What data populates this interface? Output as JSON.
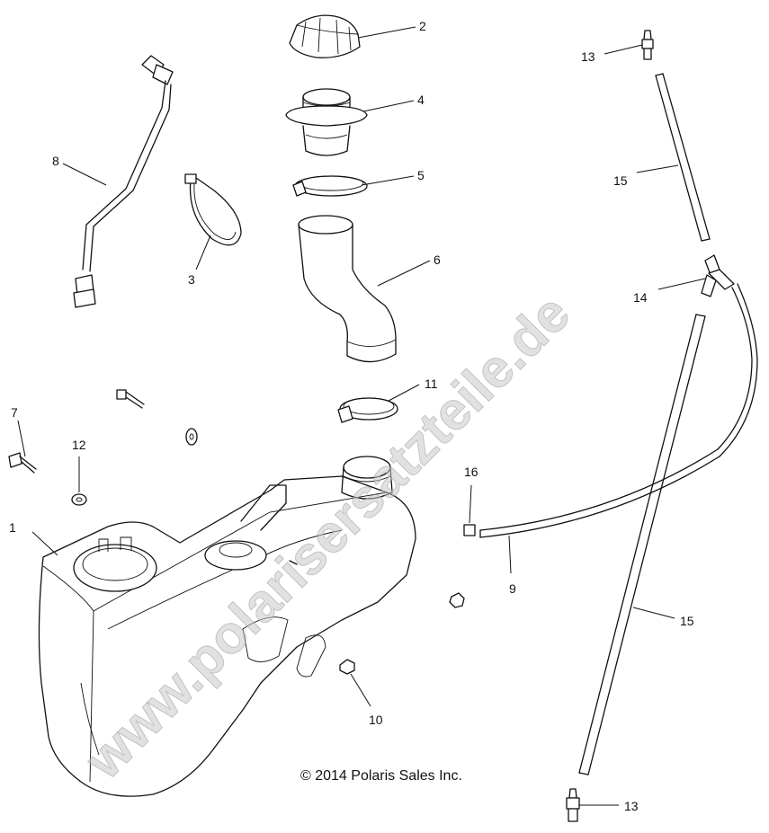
{
  "callouts": [
    {
      "label": "1"
    },
    {
      "label": "2"
    },
    {
      "label": "3"
    },
    {
      "label": "4"
    },
    {
      "label": "5"
    },
    {
      "label": "6"
    },
    {
      "label": "7"
    },
    {
      "label": "8"
    },
    {
      "label": "9"
    },
    {
      "label": "10"
    },
    {
      "label": "11"
    },
    {
      "label": "12"
    },
    {
      "label": "13"
    },
    {
      "label": "13"
    },
    {
      "label": "14"
    },
    {
      "label": "15"
    },
    {
      "label": "15"
    },
    {
      "label": "16"
    }
  ],
  "watermark": "www.polarisersatzteile.de",
  "copyright": "© 2014 Polaris Sales Inc."
}
